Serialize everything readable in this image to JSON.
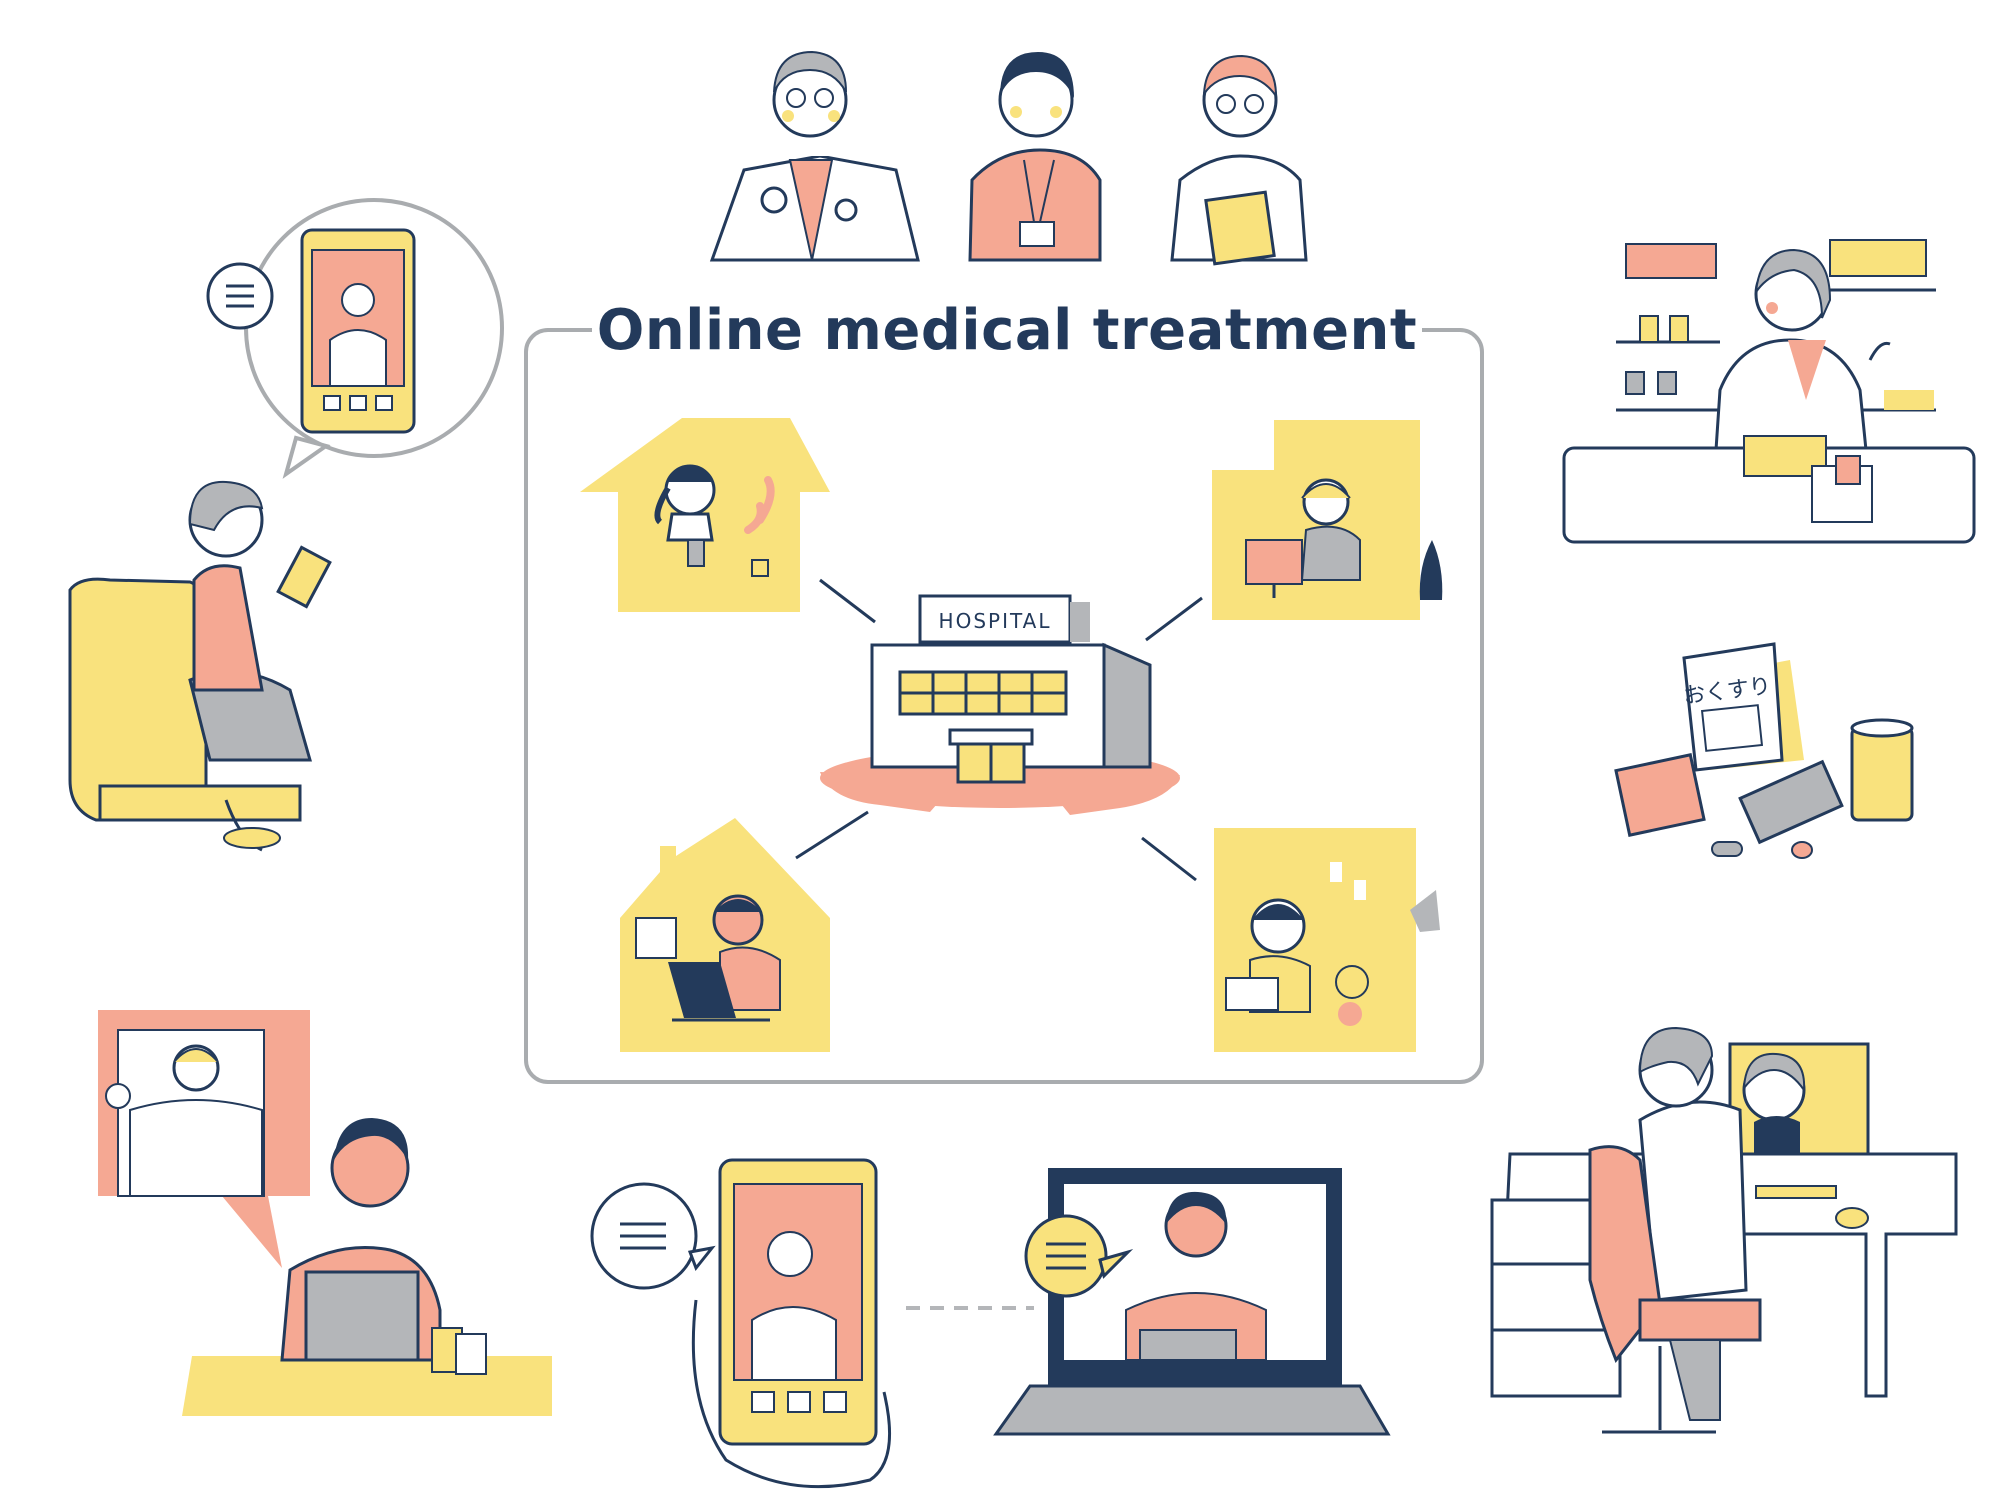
{
  "title": "Online medical treatment",
  "hospital_sign": "HOSPITAL",
  "medicine_bag_label": "おくすり",
  "colors": {
    "navy": "#233a5b",
    "yellow": "#f9e27d",
    "salmon": "#f5a893",
    "gray": "#b4b6b9",
    "frame": "#a9acaf"
  },
  "icons": [
    "doctor-icon",
    "receptionist-icon",
    "nurse-icon",
    "pharmacist-icon",
    "medicine-set-icon",
    "patient-smartphone-icon",
    "patient-laptop-icon",
    "smartphone-call-icon",
    "laptop-call-icon",
    "doctor-desk-icon",
    "hospital-icon",
    "home-icon"
  ]
}
